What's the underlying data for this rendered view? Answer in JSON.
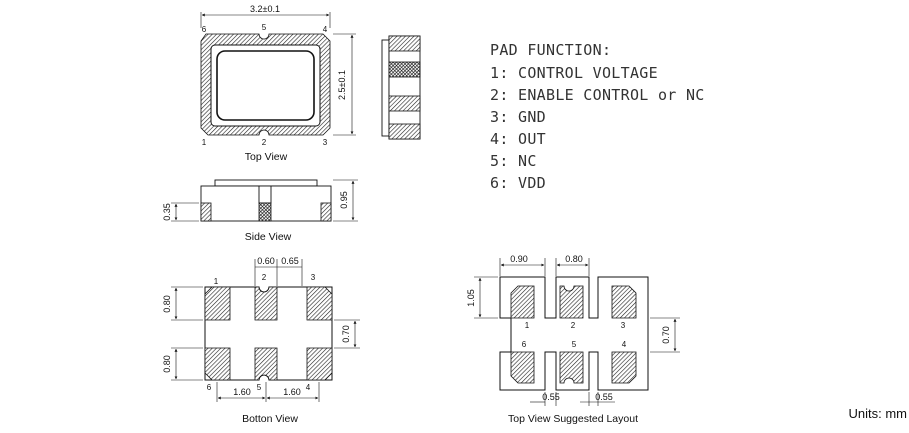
{
  "top_view": {
    "width_dim": "3.2±0.1",
    "height_dim": "2.5±0.1",
    "caption": "Top View",
    "pins": [
      "6",
      "5",
      "4",
      "1",
      "2",
      "3"
    ]
  },
  "side_view": {
    "pad_height_dim": "0.35",
    "total_height_dim": "0.95",
    "caption": "Side View"
  },
  "bottom_view": {
    "caption": "Botton View",
    "dim_060": "0.60",
    "dim_065": "0.65",
    "dim_080_top": "0.80",
    "dim_080_bottom": "0.80",
    "dim_070": "0.70",
    "dim_160_left": "1.60",
    "dim_160_right": "1.60",
    "pins": [
      "1",
      "2",
      "3",
      "6",
      "5",
      "4"
    ]
  },
  "layout_view": {
    "caption": "Top View Suggested Layout",
    "dim_090": "0.90",
    "dim_080": "0.80",
    "dim_105": "1.05",
    "dim_070": "0.70",
    "dim_055_left": "0.55",
    "dim_055_right": "0.55",
    "pins": [
      "1",
      "2",
      "3",
      "6",
      "5",
      "4"
    ]
  },
  "pad_function": {
    "title": "PAD  FUNCTION:",
    "lines": [
      "1:  CONTROL  VOLTAGE",
      "2:  ENABLE  CONTROL  or  NC",
      "3:  GND",
      "4:  OUT",
      "5:  NC",
      "6:  VDD"
    ]
  },
  "units": "Units: mm"
}
